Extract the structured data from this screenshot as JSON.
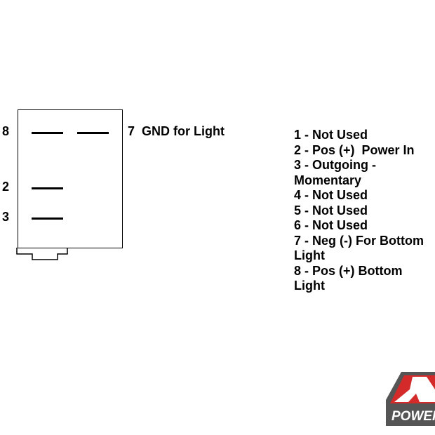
{
  "switch": {
    "pin_labels": {
      "p8": "8",
      "p2": "2",
      "p3": "3"
    },
    "pin7_label": "7  GND for Light"
  },
  "legend": [
    "1 - Not Used",
    "2 - Pos (+)  Power In",
    "3 - Outgoing - Momentary",
    "4 - Not Used",
    "5 - Not Used",
    "6 - Not Used",
    "7 - Neg (-) For Bottom Light",
    "8 - Pos (+) Bottom Light"
  ],
  "logo": {
    "text": "POWER",
    "colors": {
      "red": "#d42a2a",
      "gray": "#555555"
    }
  }
}
